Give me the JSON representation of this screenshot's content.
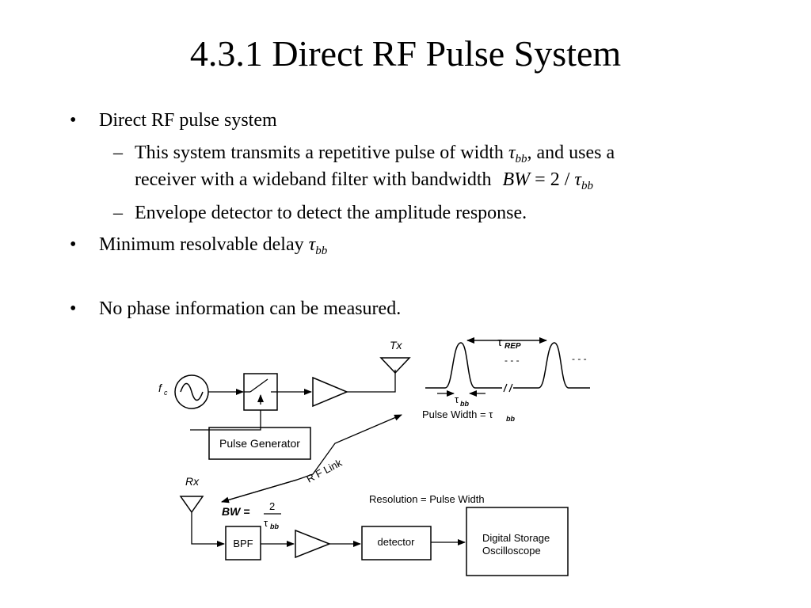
{
  "title": "4.3.1 Direct RF Pulse System",
  "bullet_glyph": "•",
  "dash_glyph": "–",
  "bullets": {
    "b1": "Direct RF pulse system",
    "b1_sub1_a": "This system transmits a repetitive pulse of width",
    "b1_sub1_tau": "τ",
    "b1_sub1_tau_sub": "bb",
    "b1_sub1_b": ", and uses a",
    "b1_sub1_c": "receiver with a wideband filter with bandwidth",
    "b1_sub1_eq_bw": "BW",
    "b1_sub1_eq_mid": " = 2 / ",
    "b1_sub1_eq_tau": "τ",
    "b1_sub1_eq_sub": "bb",
    "b1_sub2": "Envelope detector to detect the amplitude response.",
    "b2": "Minimum resolvable delay",
    "b2_tau": "τ",
    "b2_tau_sub": "bb",
    "b3": "No phase information can be measured."
  },
  "diagram": {
    "fc_label": "f",
    "fc_sub": "c",
    "tx_label": "Tx",
    "rx_label": "Rx",
    "pulse_generator": "Pulse Generator",
    "rf_link": "R F Link",
    "tau_rep": "τ",
    "tau_rep_sub": "REP",
    "dots1": "- - -",
    "dots2": "- - -",
    "tau_bb": "τ",
    "tau_bb_sub": "bb",
    "pulse_width_label": "Pulse Width = τ",
    "pulse_width_sub": "bb",
    "bw_label": "BW =",
    "bw_num": "2",
    "bw_den": "τ",
    "bw_den_sub": "bb",
    "resolution_label": "Resolution = Pulse Width",
    "bpf": "BPF",
    "detector": "detector",
    "dso_line1": "Digital Storage",
    "dso_line2": "Oscilloscope"
  }
}
